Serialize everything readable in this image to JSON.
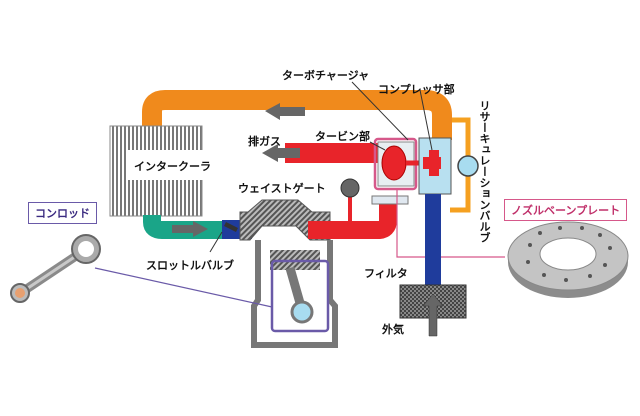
{
  "labels": {
    "turbocharger": "ターボチャージャ",
    "compressor": "コンプレッサ部",
    "recirculation_valve": "リサーキュレーションバルブ",
    "turbine": "タービン部",
    "exhaust": "排ガス",
    "intercooler": "インタークーラ",
    "wastegate": "ウェイストゲート",
    "throttle_valve": "スロットルバルブ",
    "filter": "フィルタ",
    "outside_air": "外気"
  },
  "callouts": {
    "conrod": "コンロッド",
    "nozzle_vane_plate": "ノズルベーンプレート"
  },
  "colors": {
    "charge_air": "#f08a1c",
    "exhaust": "#e8242a",
    "intake": "#1f3c9c",
    "cooled_air": "#1aa588",
    "conrod_box": "#6a5aa8",
    "nozzle_box": "#d6588a"
  }
}
